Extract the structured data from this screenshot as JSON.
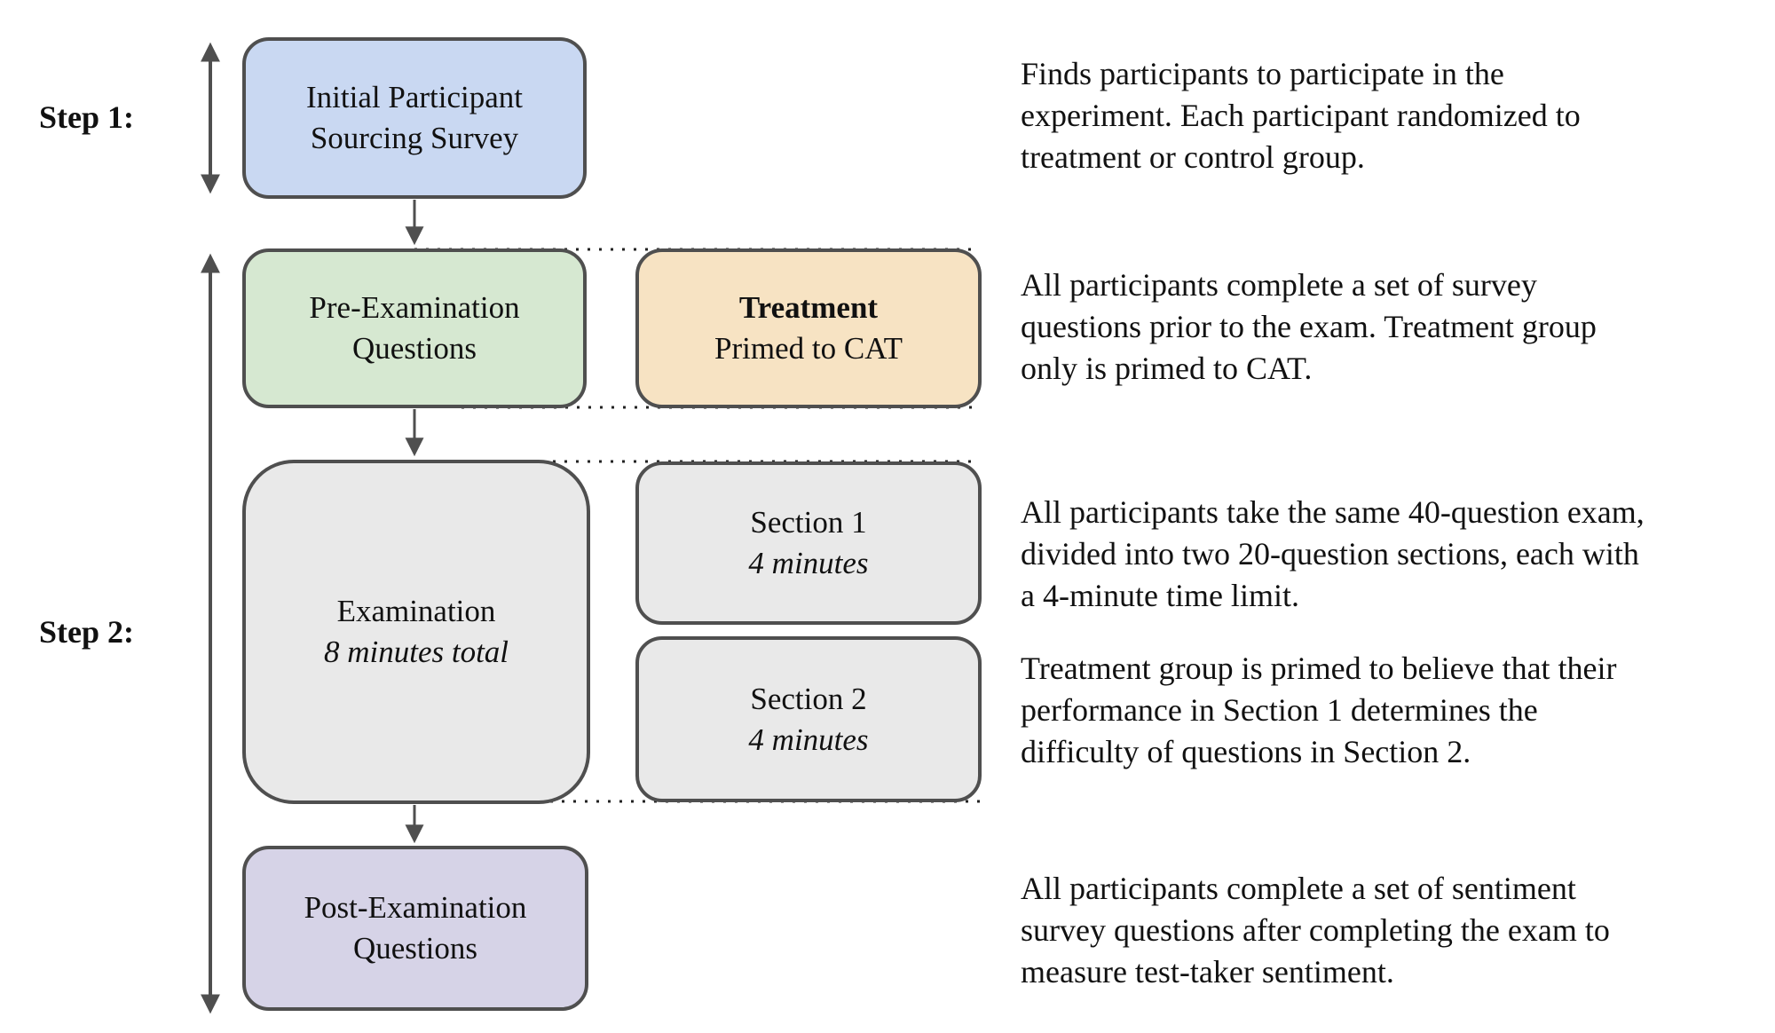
{
  "steps": [
    {
      "label": "Step 1:"
    },
    {
      "label": "Step 2:"
    }
  ],
  "boxes": {
    "sourcing": {
      "lines": [
        "Initial Participant",
        "Sourcing Survey"
      ]
    },
    "pre_exam": {
      "lines": [
        "Pre-Examination",
        "Questions"
      ]
    },
    "treatment": {
      "lines": [
        "Treatment",
        "Primed to CAT"
      ]
    },
    "examination": {
      "lines": [
        "Examination",
        "8 minutes total"
      ]
    },
    "section1": {
      "lines": [
        "Section 1",
        "4 minutes"
      ]
    },
    "section2": {
      "lines": [
        "Section 2",
        "4 minutes"
      ]
    },
    "post_exam": {
      "lines": [
        "Post-Examination",
        "Questions"
      ]
    }
  },
  "annotations": [
    {
      "lines": [
        "Finds participants to participate in the",
        "experiment. Each participant randomized to",
        "treatment or control group."
      ]
    },
    {
      "lines": [
        "All participants complete a set of survey",
        "questions prior to the exam. Treatment group",
        "only is primed to CAT."
      ]
    },
    {
      "lines": [
        "All participants take the same 40-question exam,",
        "divided into two 20-question sections, each with",
        "a 4-minute time limit."
      ]
    },
    {
      "lines": [
        "Treatment group is primed to believe that their",
        "performance in Section 1 determines the",
        "difficulty of questions in Section 2."
      ]
    },
    {
      "lines": [
        "All participants complete a set of sentiment",
        "survey questions after completing the exam to",
        "measure test-taker sentiment."
      ]
    }
  ],
  "colors": {
    "sourcing_fill": "#c9d8f2",
    "pre_exam_fill": "#d6e8d1",
    "treatment_fill": "#f7e3c3",
    "examination_fill": "#e9e9e9",
    "section_fill": "#e9e9e9",
    "post_exam_fill": "#d6d3e7",
    "box_border": "#4f4f4f",
    "arrow": "#4f4f4f",
    "dotted_line": "#222222",
    "text": "#111111"
  }
}
